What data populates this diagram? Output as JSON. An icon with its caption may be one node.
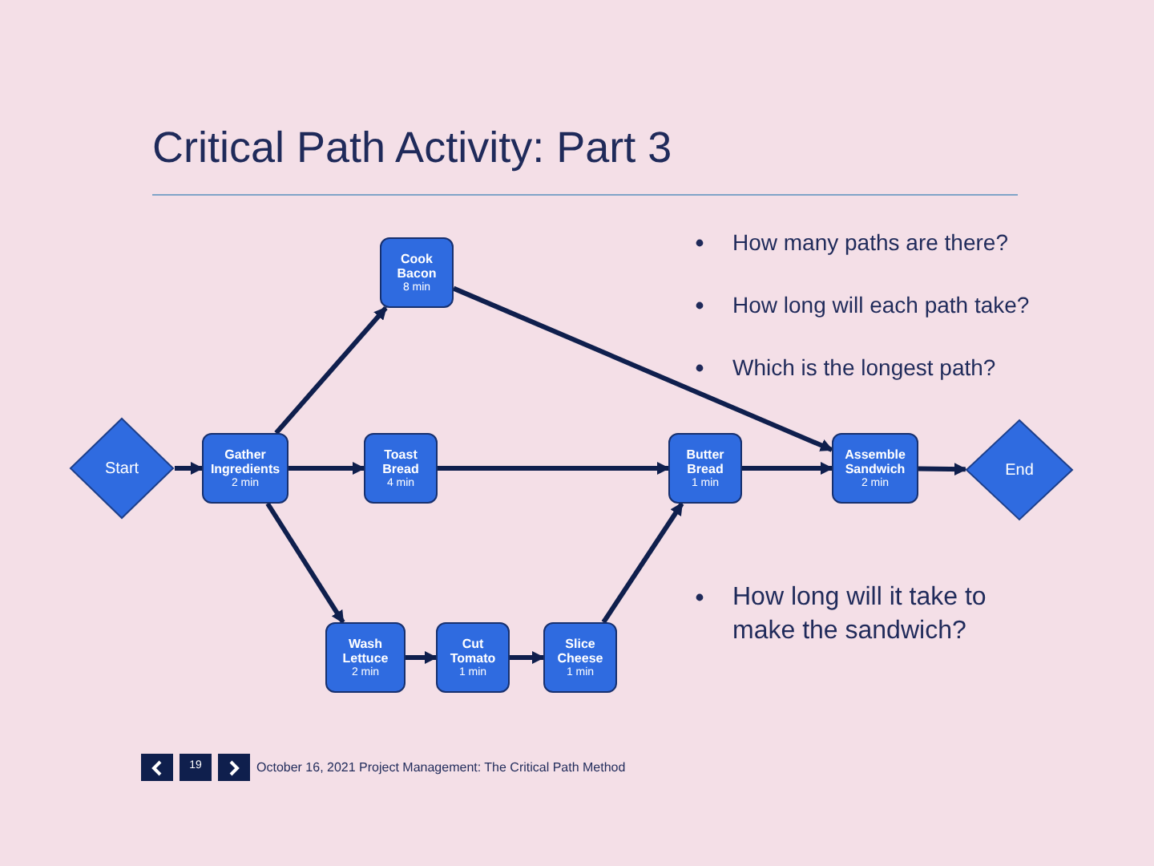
{
  "diagram": {
    "title": "Critical Path Activity: Part 3",
    "nodes": [
      {
        "text": [
          "Start"
        ]
      },
      {
        "text": [
          "Gather Ingredients",
          "2 min"
        ]
      },
      {
        "text": [
          "Cook Bacon",
          "8 min"
        ]
      },
      {
        "text": [
          "Toast Bread",
          "4 min"
        ]
      },
      {
        "text": [
          "Butter Bread",
          "1 min"
        ]
      },
      {
        "text": [
          "Assemble Sandwich",
          "2 min"
        ]
      },
      {
        "text": [
          "End"
        ]
      },
      {
        "text": [
          "Wash Lettuce",
          "2 min"
        ]
      },
      {
        "text": [
          "Cut Tomato",
          "1 min"
        ]
      },
      {
        "text": [
          "Slice Cheese",
          "1 min"
        ]
      }
    ],
    "edges": [
      {
        "from": 0,
        "to": 1,
        "arrow": "to"
      },
      {
        "from": 1,
        "to": 2,
        "arrow": "to"
      },
      {
        "from": 1,
        "to": 3,
        "arrow": "to"
      },
      {
        "from": 1,
        "to": 7,
        "arrow": "to"
      },
      {
        "from": 2,
        "to": 5,
        "arrow": "to"
      },
      {
        "from": 3,
        "to": 4,
        "arrow": "to"
      },
      {
        "from": 4,
        "to": 5,
        "arrow": "to"
      },
      {
        "from": 5,
        "to": 6,
        "arrow": "to"
      },
      {
        "from": 7,
        "to": 8,
        "arrow": "to"
      },
      {
        "from": 8,
        "to": 9,
        "arrow": "to"
      },
      {
        "from": 9,
        "to": 4,
        "arrow": "to"
      }
    ],
    "labels": [
      "How many paths are there?",
      "How long will each path take?",
      "Which is the longest path?",
      "How long will it take to make the sandwich?",
      "19",
      "October 16, 2021 Project Management: The Critical Path Method"
    ]
  }
}
